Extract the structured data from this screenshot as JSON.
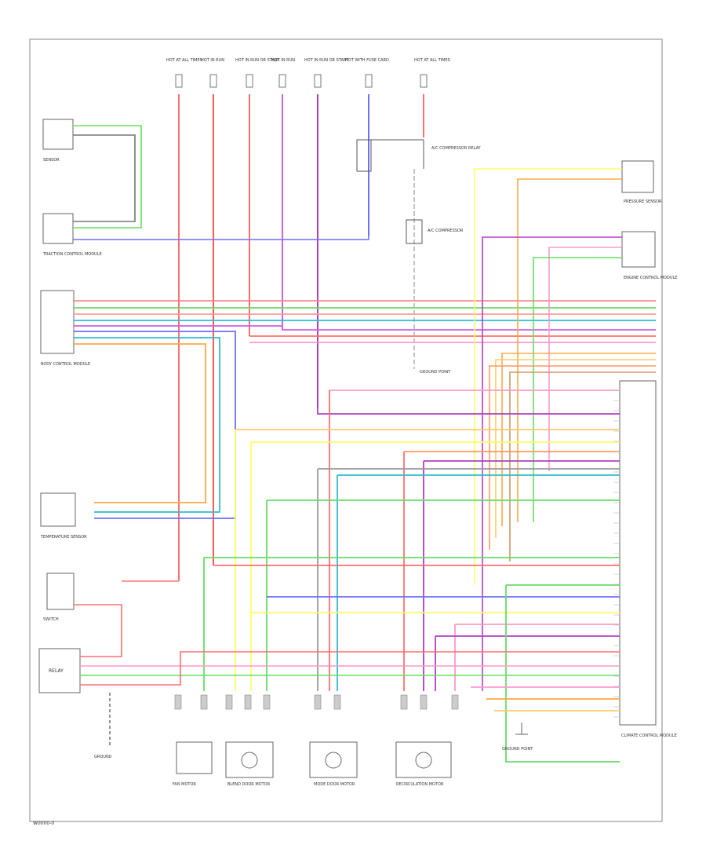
{
  "diagram": {
    "footer_code": "W0000-0",
    "fuse_labels": [
      "HOT AT ALL TIMES",
      "HOT IN RUN",
      "HOT IN RUN OR START",
      "HOT IN RUN",
      "HOT IN RUN OR START",
      "HOT WITH FUSE CARD",
      "HOT AT ALL TIMES"
    ],
    "relay_labels": {
      "ac_comp_relay": "A/C COMPRESSOR RELAY",
      "ac_compressor": "A/C COMPRESSOR",
      "ground_top": "GROUND POINT"
    },
    "components": {
      "top_left_sensor": "SENSOR",
      "mid_left_module": "TRACTION CONTROL MODULE",
      "left_module": "BODY CONTROL MODULE",
      "lower_left_sensor": "TEMPERATURE SENSOR",
      "left_switch": "SWITCH",
      "relay_box": "RELAY",
      "right_sensor": "PRESSURE SENSOR",
      "right_module_label": "ENGINE CONTROL MODULE",
      "main_module": "CLIMATE CONTROL MODULE",
      "ground_left": "GROUND",
      "bottom_left_label": "FAN MOTOR",
      "bottom_mid1_label": "BLEND DOOR MOTOR",
      "bottom_mid2_label": "MODE DOOR MOTOR",
      "bottom_right_label": "RECIRCULATION MOTOR",
      "bottom_ground_label": "GROUND POINT"
    },
    "wire_colors": {
      "red": "#ff6f6f",
      "pink": "#ff99cc",
      "green": "#66dd66",
      "blue": "#6f6fff",
      "yellow": "#ffff66",
      "orange": "#ffaa44",
      "purple": "#a040c0",
      "cyan": "#33bbcc",
      "gray": "#999999"
    }
  }
}
